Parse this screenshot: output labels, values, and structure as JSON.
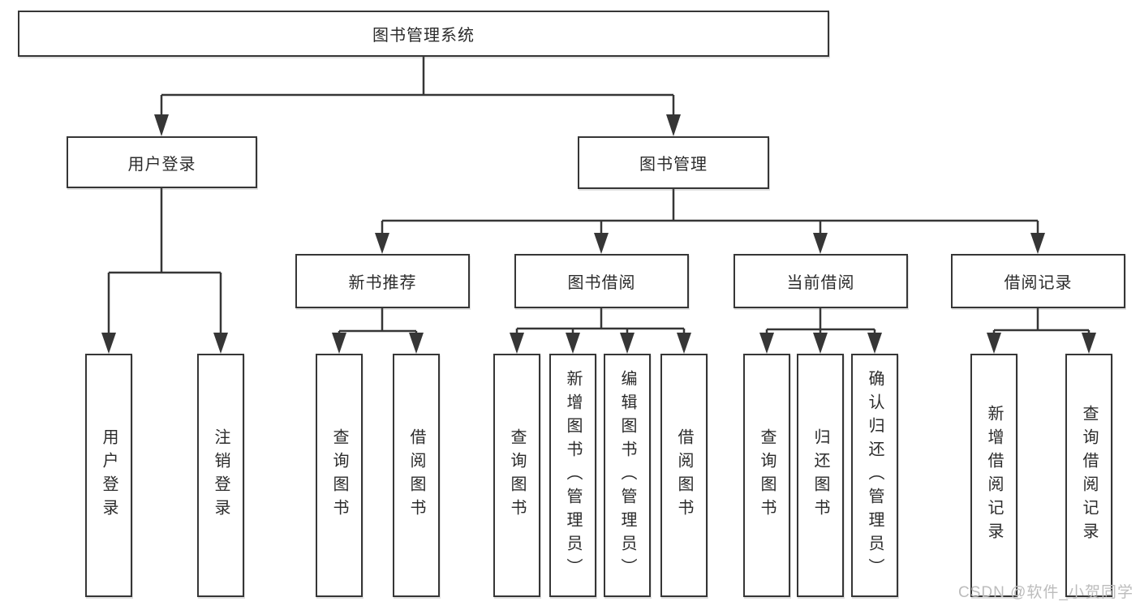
{
  "tree": {
    "label": "图书管理系统",
    "children": [
      {
        "label": "用户登录",
        "children": [
          {
            "label": "用户登录"
          },
          {
            "label": "注销登录"
          }
        ]
      },
      {
        "label": "图书管理",
        "children": [
          {
            "label": "新书推荐",
            "children": [
              {
                "label": "查询图书"
              },
              {
                "label": "借阅图书"
              }
            ]
          },
          {
            "label": "图书借阅",
            "children": [
              {
                "label": "查询图书"
              },
              {
                "label": "新增图书（管理员）"
              },
              {
                "label": "编辑图书（管理员）"
              },
              {
                "label": "借阅图书"
              }
            ]
          },
          {
            "label": "当前借阅",
            "children": [
              {
                "label": "查询图书"
              },
              {
                "label": "归还图书"
              },
              {
                "label": "确认归还（管理员）"
              }
            ]
          },
          {
            "label": "借阅记录",
            "children": [
              {
                "label": "新增借阅记录"
              },
              {
                "label": "查询借阅记录"
              }
            ]
          }
        ]
      }
    ]
  },
  "watermark": {
    "text": "CSDN @软件_小贺同学"
  },
  "colors": {
    "line": "#363636",
    "box_border": "#363636",
    "text": "#2b2b2b",
    "background": "#ffffff",
    "watermark": "#bcbcbc"
  }
}
